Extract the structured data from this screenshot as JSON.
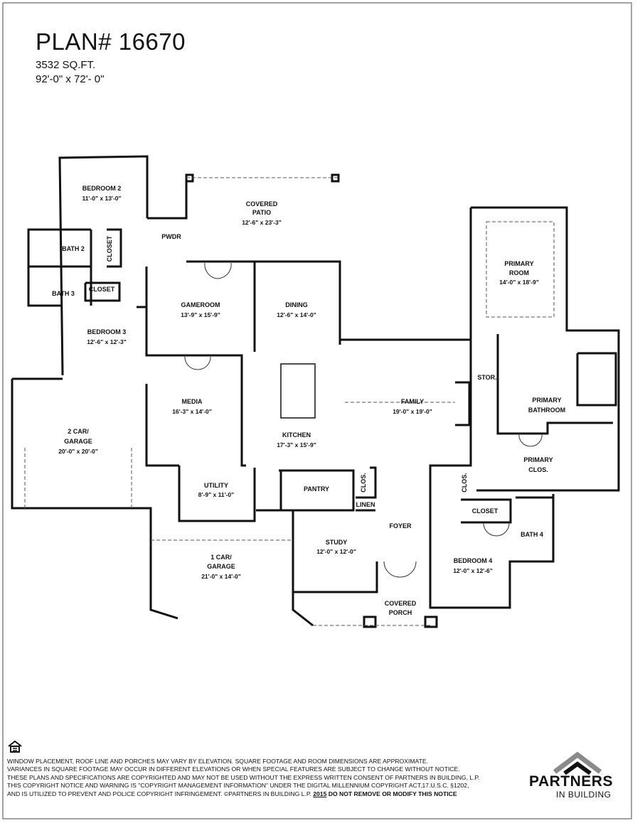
{
  "header": {
    "plan_number": "PLAN# 16670",
    "square_feet": "3532 SQ.FT.",
    "dimensions": "92'-0\" x 72'- 0\""
  },
  "rooms": {
    "bedroom2": {
      "name": "BEDROOM 2",
      "size": "11'-0\" x 13'-0\""
    },
    "bath2": {
      "name": "BATH 2"
    },
    "closet_b2": {
      "name": "CLOSET"
    },
    "bath3": {
      "name": "BATH 3"
    },
    "closet_b3": {
      "name": "CLOSET"
    },
    "bedroom3": {
      "name": "BEDROOM 3",
      "size": "12'-6\" x 12'-3\""
    },
    "pwdr": {
      "name": "PWDR"
    },
    "covered_patio": {
      "name_line1": "COVERED",
      "name_line2": "PATIO",
      "size": "12'-6\" x 23'-3\""
    },
    "gameroom": {
      "name": "GAMEROOM",
      "size": "13'-9\" x 15'-9\""
    },
    "dining": {
      "name": "DINING",
      "size": "12'-6\" x 14'-0\""
    },
    "primary_room": {
      "name_line1": "PRIMARY",
      "name_line2": "ROOM",
      "size": "14'-0\" x 18'-9\""
    },
    "stor": {
      "name": "STOR."
    },
    "primary_bathroom": {
      "name_line1": "PRIMARY",
      "name_line2": "BATHROOM"
    },
    "garage2": {
      "name_line1": "2 CAR/",
      "name_line2": "GARAGE",
      "size": "20'-0\" x 20'-0\""
    },
    "media": {
      "name": "MEDIA",
      "size": "16'-3\" x 14'-0\""
    },
    "kitchen": {
      "name": "KITCHEN",
      "size": "17'-3\" x 15'-9\""
    },
    "family": {
      "name": "FAMILY",
      "size": "19'-0\" x 19'-0\""
    },
    "primary_clos": {
      "name_line1": "PRIMARY",
      "name_line2": "CLOS."
    },
    "utility": {
      "name": "UTILITY",
      "size": "8'-9\" x 11'-0\""
    },
    "pantry": {
      "name": "PANTRY"
    },
    "clos_foyer": {
      "name": "CLOS."
    },
    "linen": {
      "name": "LINEN"
    },
    "clos_b4": {
      "name": "CLOS."
    },
    "closet_b4": {
      "name": "CLOSET"
    },
    "foyer": {
      "name": "FOYER"
    },
    "bath4": {
      "name": "BATH 4"
    },
    "garage1": {
      "name_line1": "1 CAR/",
      "name_line2": "GARAGE",
      "size": "21'-0\" x 14'-0\""
    },
    "study": {
      "name": "STUDY",
      "size": "12'-0\" x 12'-0\""
    },
    "bedroom4": {
      "name": "BEDROOM 4",
      "size": "12'-0\" x 12'-6\""
    },
    "covered_porch": {
      "name_line1": "COVERED",
      "name_line2": "PORCH"
    }
  },
  "disclaimer": {
    "line1": "WINDOW PLACEMENT, ROOF LINE AND PORCHES MAY VARY BY ELEVATION.  SQUARE FOOTAGE AND ROOM DIMENSIONS ARE APPROXIMATE.",
    "line2": "VARIANCES IN SQUARE FOOTAGE MAY OCCUR IN DIFFERENT ELEVATIONS OR  WHEN SPECIAL FEATURES ARE SUBJECT TO CHANGE WITHOUT NOTICE.",
    "line3": "THESE PLANS AND SPECIFICATIONS ARE COPYRIGHTED AND MAY NOT BE USED WITHOUT THE EXPRESS WRITTEN CONSENT OF PARTNERS IN BUILDING, L.P.",
    "line4": "THIS COPYRIGHT NOTICE AND WARNING IS \"COPYRIGHT MANAGEMENT INFORMATION\" UNDER THE DIGITAL MILLENNIUM COPYRIGHT ACT,17.U.S.C. §1202,",
    "line5": "AND IS UTILIZED TO PREVENT AND POLICE COPYRIGHT INFRINGEMENT.  ©PARTNERS IN BUILDING L.P.",
    "year": "2015",
    "warning": "DO NOT REMOVE OR MODIFY THIS NOTICE"
  },
  "brand": {
    "name": "PARTNERS",
    "tagline": "IN BUILDING"
  }
}
